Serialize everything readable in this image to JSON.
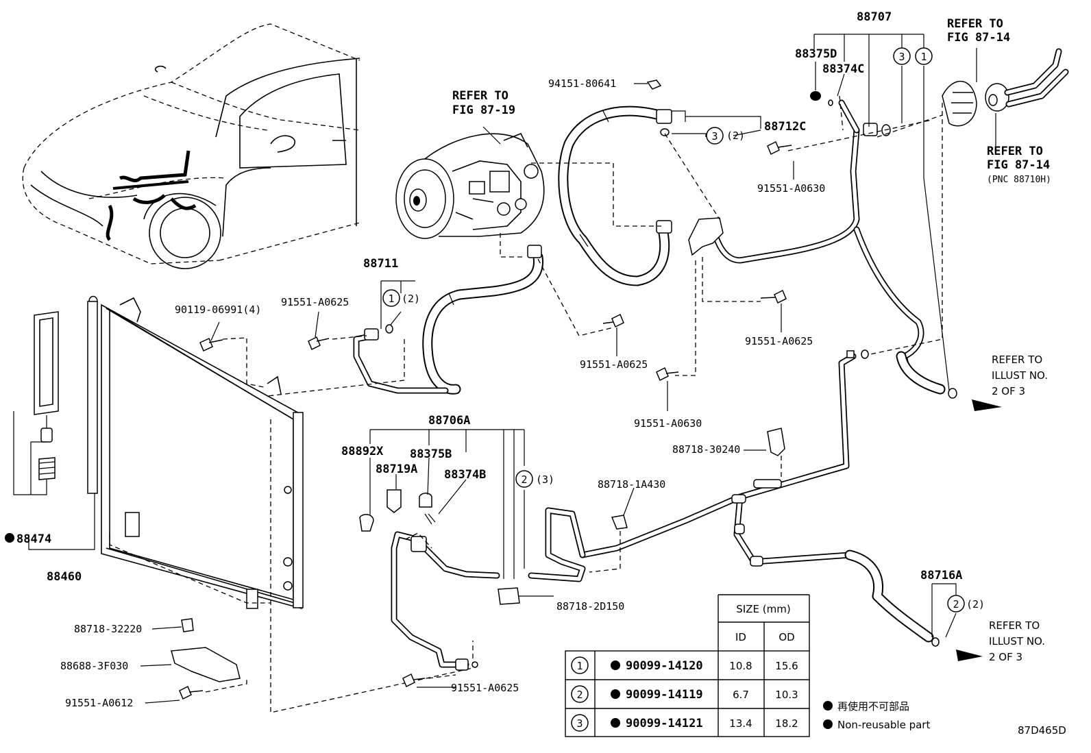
{
  "labels": {
    "p88707": "88707",
    "p88375D": "88375D",
    "p88374C": "88374C",
    "refer_fig_87_14_top_1": "REFER TO",
    "refer_fig_87_14_top_2": "FIG 87-14",
    "refer_fig_87_14_b_1": "REFER TO",
    "refer_fig_87_14_b_2": "FIG 87-14",
    "refer_fig_87_14_b_3": "(PNC 88710H)",
    "p94151": "94151-80641",
    "p88712C": "88712C",
    "qty_88712C": "(2)",
    "p91551_A0630_top": "91551-A0630",
    "refer_fig_87_19_1": "REFER TO",
    "refer_fig_87_19_2": "FIG 87-19",
    "p88711": "88711",
    "qty_88711": "(2)",
    "p90119": "90119-06991(4)",
    "p91551_A0625_a": "91551-A0625",
    "p91551_A0625_b": "91551-A0625",
    "p91551_A0625_c": "91551-A0625",
    "p91551_A0630_b": "91551-A0630",
    "refer_illust_a_1": "REFER TO",
    "refer_illust_a_2": "ILLUST NO.",
    "refer_illust_a_3": "2 OF 3",
    "p88718_30240": "88718-30240",
    "p88706A": "88706A",
    "p88892X": "88892X",
    "p88375B": "88375B",
    "p88719A": "88719A",
    "p88374B": "88374B",
    "qty_88706A": "(3)",
    "p88718_1A430": "88718-1A430",
    "p88474": "88474",
    "p88460": "88460",
    "p88718_2D150": "88718-2D150",
    "p88716A": "88716A",
    "qty_88716A": "(2)",
    "refer_illust_b_1": "REFER TO",
    "refer_illust_b_2": "ILLUST NO.",
    "refer_illust_b_3": "2 OF 3",
    "p88718_32220": "88718-32220",
    "p88688": "88688-3F030",
    "p91551_A0612": "91551-A0612",
    "p91551_A0625_d": "91551-A0625",
    "figure_code": "87D465D"
  },
  "circle_markers": [
    "1",
    "2",
    "3"
  ],
  "oring_table": {
    "size_header": "SIZE (mm)",
    "col_id": "ID",
    "col_od": "OD",
    "rows": [
      {
        "ref": "1",
        "part": "90099-14120",
        "id": "10.8",
        "od": "15.6"
      },
      {
        "ref": "2",
        "part": "90099-14119",
        "id": "6.7",
        "od": "10.3"
      },
      {
        "ref": "3",
        "part": "90099-14121",
        "id": "13.4",
        "od": "18.2"
      }
    ]
  },
  "legend": {
    "line_jp": "再使用不可部品",
    "line_en": "Non-reusable part"
  },
  "colors": {
    "ink": "#000000",
    "paper": "#ffffff"
  }
}
